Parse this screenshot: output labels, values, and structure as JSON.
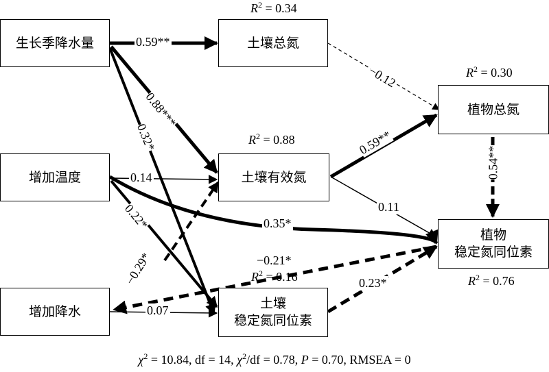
{
  "nodes": {
    "precip_growing": "生长季降水量",
    "warming": "增加温度",
    "added_precip": "增加降水",
    "soil_tn": "土壤总氮",
    "soil_an": "土壤有效氮",
    "soil_isotope_l1": "土壤",
    "soil_isotope_l2": "稳定氮同位素",
    "plant_tn": "植物总氮",
    "plant_isotope_l1": "植物",
    "plant_isotope_l2": "稳定氮同位素"
  },
  "r2": {
    "soil_tn": "0.34",
    "soil_an": "0.88",
    "soil_isotope": "0.16",
    "plant_tn": "0.30",
    "plant_isotope": "0.76"
  },
  "paths": {
    "precip_to_soil_tn": "0.59**",
    "precip_to_soil_an": "0.88***",
    "precip_to_soil_isotope": "0.32*",
    "soil_tn_to_plant_tn": "−0.12",
    "warming_to_soil_an": "0.14",
    "warming_to_soil_isotope": "0.22*",
    "warming_to_plant_isotope": "0.35*",
    "soil_an_to_plant_tn": "0.59**",
    "soil_an_to_plant_isotope": "0.11",
    "plant_tn_to_plant_isotope": "0.54**",
    "added_precip_to_soil_an": "−0.29*",
    "plant_isotope_to_added_precip": "−0.21*",
    "added_precip_to_soil_isotope": "0.07",
    "soil_isotope_to_plant_isotope": "0.23*"
  },
  "fit": {
    "chi2": "10.84",
    "df": "14",
    "chi2_df": "0.78",
    "p": "0.70",
    "rmsea": "0"
  }
}
